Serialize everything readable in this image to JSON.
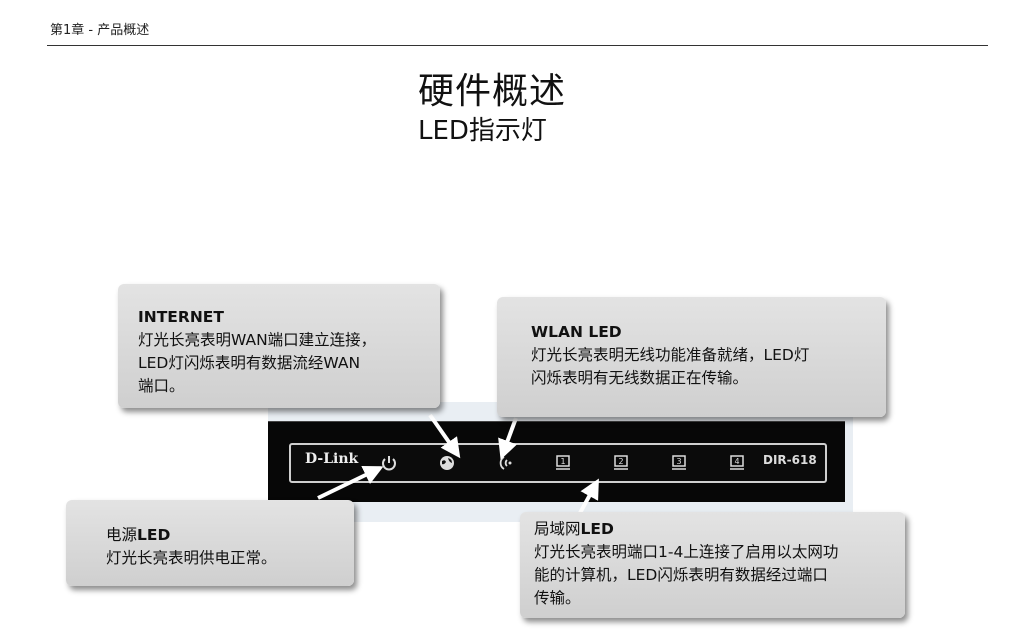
{
  "header": {
    "text": "第1章 - 产品概述"
  },
  "title": "硬件概述",
  "subtitle": "LED指示灯",
  "callouts": {
    "internet": {
      "head": "INTERNET",
      "lines": [
        "灯光长亮表明WAN端口建立连接，",
        "LED灯闪烁表明有数据流经WAN",
        "端口。"
      ]
    },
    "wlan": {
      "head": "WLAN LED",
      "lines": [
        "灯光长亮表明无线功能准备就绪，LED灯",
        "闪烁表明有无线数据正在传输。"
      ]
    },
    "power": {
      "head_prefix": "电源",
      "head_suffix": "LED",
      "lines": [
        "灯光长亮表明供电正常。"
      ]
    },
    "lan": {
      "head_prefix": "局域网",
      "head_suffix": "LED",
      "lines": [
        "灯光长亮表明端口1-4上连接了启用以太网功",
        "能的计算机，LED闪烁表明有数据经过端口",
        "传输。"
      ]
    }
  },
  "router": {
    "brand": "D-Link",
    "model": "DIR-618",
    "ports": [
      "1",
      "2",
      "3",
      "4"
    ],
    "icons": [
      "power-icon",
      "internet-globe-icon",
      "wireless-icon",
      "lan-port-icon"
    ]
  }
}
